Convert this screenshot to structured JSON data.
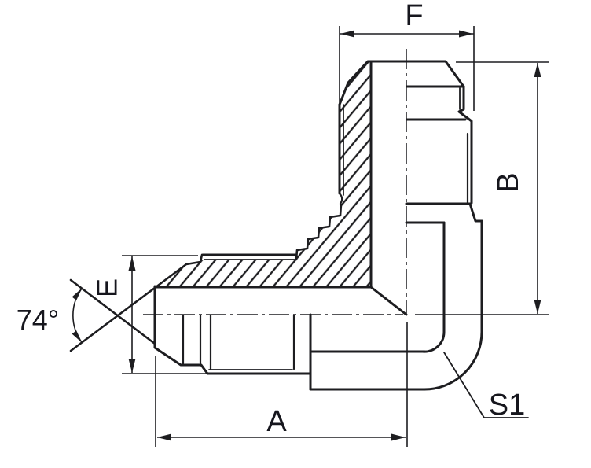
{
  "labels": {
    "dim_f": "F",
    "dim_b": "B",
    "dim_e": "E",
    "dim_a": "A",
    "dim_s1": "S1",
    "cone_angle": "74°"
  },
  "colors": {
    "background": "#ffffff",
    "line": "#1d1d20",
    "text": "#16161d"
  }
}
